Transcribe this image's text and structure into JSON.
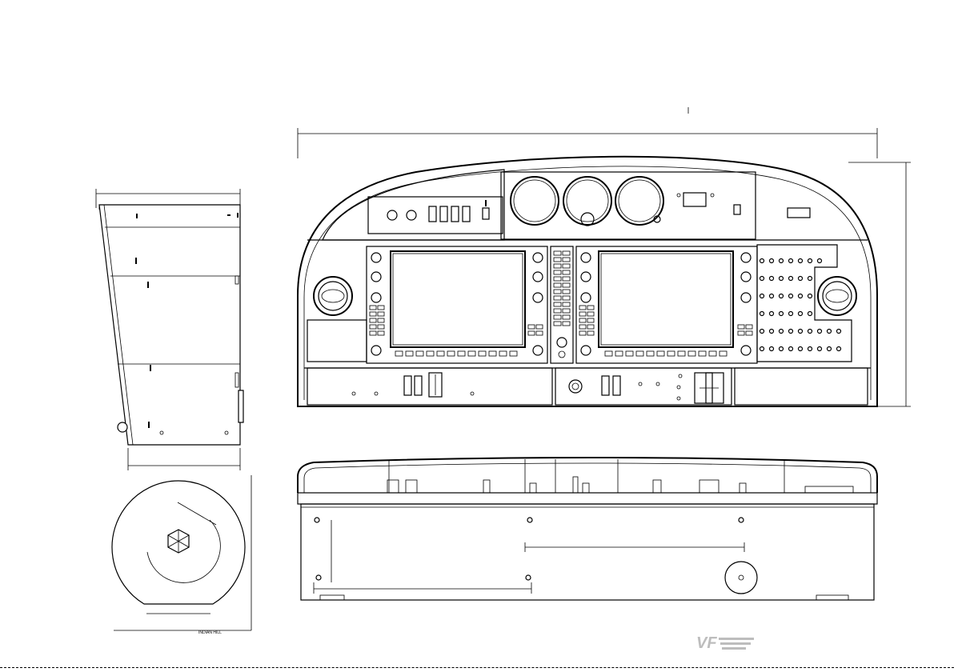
{
  "title_block": {
    "stamp_text": "INDIAN HILL"
  },
  "logo": {
    "text": "VF"
  },
  "views": {
    "front": {
      "displays": 2,
      "vents": 2,
      "gauges": 3
    },
    "side": {
      "vents": 1
    },
    "top": {
      "mounting_holes": 5
    }
  },
  "colors": {
    "line": "#000000",
    "background": "#ffffff",
    "logo": "#bdbdbd"
  }
}
